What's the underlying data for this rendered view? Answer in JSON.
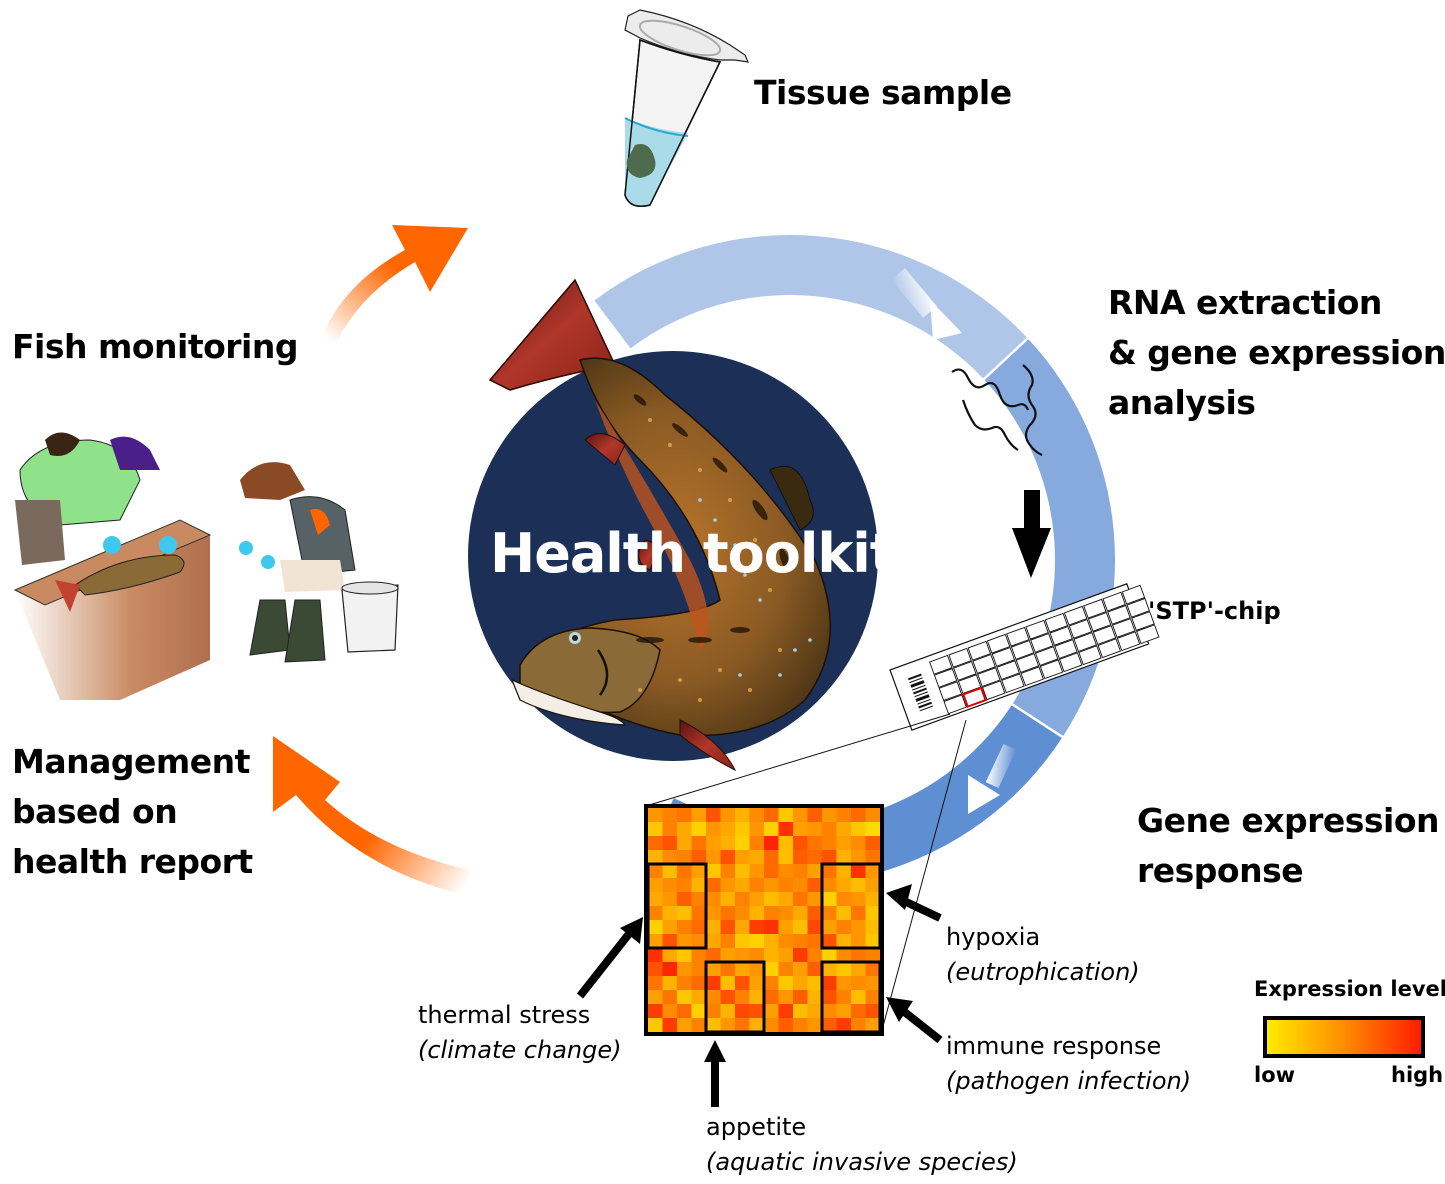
{
  "title": "Health toolkit",
  "steps": {
    "tissue_sample": "Tissue sample",
    "rna_line1": "RNA extraction",
    "rna_line2": "& gene expression",
    "rna_line3": "analysis",
    "gene_response_line1": "Gene expression",
    "gene_response_line2": "response",
    "fish_monitoring": "Fish monitoring",
    "management_line1": "Management",
    "management_line2": "based on",
    "management_line3": "health report"
  },
  "chip_label": "'STP'-chip",
  "stressors": [
    {
      "name": "hypoxia",
      "cause": "(eutrophication)"
    },
    {
      "name": "immune response",
      "cause": "(pathogen infection)"
    },
    {
      "name": "thermal stress",
      "cause": "(climate change)"
    },
    {
      "name": "appetite",
      "cause": "(aquatic invasive species)"
    }
  ],
  "legend": {
    "title": "Expression level",
    "low": "low",
    "high": "high"
  },
  "colors": {
    "ring_tissue": "#b0c6e8",
    "ring_rna": "#86a9de",
    "ring_response": "#5f8fd3",
    "center_circle": "#1b2f57",
    "cycle_arrow": "#ff6600",
    "expr_low": "#ffee00",
    "expr_high": "#ff1a00"
  },
  "heatmap": {
    "rows": 16,
    "cols": 16,
    "values": [
      [
        0.45,
        0.55,
        0.6,
        0.4,
        0.75,
        0.45,
        0.3,
        0.5,
        0.65,
        0.2,
        0.45,
        0.7,
        0.45,
        0.55,
        0.65,
        0.5
      ],
      [
        0.2,
        0.55,
        0.35,
        0.15,
        0.45,
        0.35,
        0.2,
        0.45,
        0.15,
        0.9,
        0.4,
        0.45,
        0.55,
        0.35,
        0.2,
        0.1
      ],
      [
        0.65,
        0.75,
        0.35,
        0.6,
        0.4,
        0.3,
        0.15,
        0.55,
        0.95,
        0.25,
        0.75,
        0.6,
        0.55,
        0.4,
        0.5,
        0.7
      ],
      [
        0.3,
        0.5,
        0.55,
        0.7,
        0.45,
        0.75,
        0.4,
        0.35,
        0.65,
        0.25,
        0.7,
        0.65,
        0.75,
        0.3,
        0.45,
        0.6
      ],
      [
        0.55,
        0.25,
        0.6,
        0.4,
        0.2,
        0.55,
        0.25,
        0.45,
        0.65,
        0.5,
        0.55,
        0.4,
        0.6,
        0.3,
        0.9,
        0.45
      ],
      [
        0.4,
        0.5,
        0.55,
        0.3,
        0.65,
        0.45,
        0.35,
        0.55,
        0.45,
        0.55,
        0.5,
        0.7,
        0.5,
        0.35,
        0.25,
        0.4
      ],
      [
        0.35,
        0.45,
        0.7,
        0.55,
        0.5,
        0.3,
        0.55,
        0.4,
        0.25,
        0.35,
        0.6,
        0.45,
        0.15,
        0.5,
        0.45,
        0.3
      ],
      [
        0.55,
        0.3,
        0.25,
        0.6,
        0.45,
        0.6,
        0.5,
        0.3,
        0.55,
        0.5,
        0.35,
        0.7,
        0.55,
        0.25,
        0.6,
        0.2
      ],
      [
        0.15,
        0.4,
        0.55,
        0.65,
        0.3,
        0.75,
        0.35,
        0.85,
        0.9,
        0.4,
        0.25,
        0.8,
        0.4,
        0.55,
        0.45,
        0.25
      ],
      [
        0.4,
        0.75,
        0.45,
        0.5,
        0.35,
        0.55,
        0.2,
        0.15,
        0.3,
        0.5,
        0.55,
        0.6,
        0.75,
        0.3,
        0.45,
        0.2
      ],
      [
        0.9,
        0.35,
        0.2,
        0.55,
        0.65,
        0.4,
        0.45,
        0.5,
        0.3,
        0.4,
        0.85,
        0.55,
        0.15,
        0.5,
        0.6,
        0.55
      ],
      [
        0.75,
        0.95,
        0.45,
        0.55,
        0.4,
        0.6,
        0.35,
        0.45,
        0.15,
        0.55,
        0.4,
        0.7,
        0.3,
        0.2,
        0.35,
        0.6
      ],
      [
        0.6,
        0.3,
        0.55,
        0.65,
        0.85,
        0.25,
        0.75,
        0.4,
        0.55,
        0.2,
        0.35,
        0.25,
        0.85,
        0.45,
        0.5,
        0.45
      ],
      [
        0.4,
        0.6,
        0.2,
        0.35,
        0.5,
        0.75,
        0.55,
        0.3,
        0.65,
        0.45,
        0.7,
        0.3,
        0.75,
        0.55,
        0.25,
        0.55
      ],
      [
        0.85,
        0.5,
        0.65,
        0.15,
        0.55,
        0.3,
        0.8,
        0.75,
        0.4,
        0.85,
        0.25,
        0.35,
        0.5,
        0.4,
        0.65,
        0.75
      ],
      [
        0.2,
        0.85,
        0.4,
        0.55,
        0.25,
        0.45,
        0.6,
        0.3,
        0.5,
        0.7,
        0.55,
        0.45,
        0.7,
        0.85,
        0.55,
        0.4
      ]
    ]
  },
  "highlight_boxes": [
    {
      "name": "thermal-stress",
      "row": 4,
      "col": 0,
      "rows": 6,
      "cols": 4
    },
    {
      "name": "hypoxia",
      "row": 4,
      "col": 12,
      "rows": 6,
      "cols": 4
    },
    {
      "name": "appetite",
      "row": 11,
      "col": 4,
      "rows": 5,
      "cols": 4
    },
    {
      "name": "immune-response",
      "row": 11,
      "col": 12,
      "rows": 5,
      "cols": 4
    }
  ]
}
